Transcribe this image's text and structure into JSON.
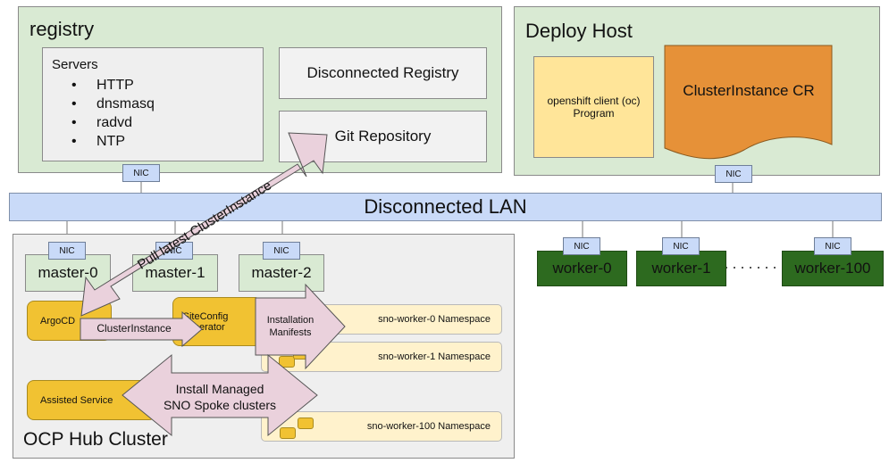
{
  "registry": {
    "title": "registry",
    "servers_label": "Servers",
    "servers": [
      "HTTP",
      "dnsmasq",
      "radvd",
      "NTP"
    ],
    "disconnected_registry": "Disconnected Registry",
    "git_repository": "Git Repository",
    "nic": "NIC"
  },
  "deploy_host": {
    "title": "Deploy Host",
    "oc_program": "openshift client (oc) Program",
    "cluster_instance_cr": "ClusterInstance CR",
    "nic": "NIC"
  },
  "lan": {
    "label": "Disconnected LAN"
  },
  "hub": {
    "title": "OCP Hub Cluster",
    "masters": [
      {
        "label": "master-0",
        "nic": "NIC"
      },
      {
        "label": "master-1",
        "nic": "NIC"
      },
      {
        "label": "master-2",
        "nic": "NIC"
      }
    ],
    "argocd": "ArgoCD",
    "siteconfig_operator": "SiteConfig Operator",
    "assisted_service": "Assisted Service",
    "namespaces": [
      "sno-worker-0 Namespace",
      "sno-worker-1 Namespace",
      "sno-worker-100 Namespace"
    ]
  },
  "workers": [
    {
      "label": "worker-0",
      "nic": "NIC"
    },
    {
      "label": "worker-1",
      "nic": "NIC"
    },
    {
      "label": "worker-100",
      "nic": "NIC"
    }
  ],
  "arrows": {
    "pull": "Pull latest ClusterInstance",
    "cluster_instance": "ClusterInstance",
    "installation_manifests": "Installation Manifests",
    "install_managed": "Install Managed SNO Spoke clusters"
  },
  "colors": {
    "green_box": "#d9ead3",
    "lan": "#c9daf8",
    "worker": "#2d6a1f",
    "arrow_fill": "#ead1dc",
    "orange": "#e69138",
    "yellow": "#f1c232",
    "light_yellow": "#ffe599"
  }
}
